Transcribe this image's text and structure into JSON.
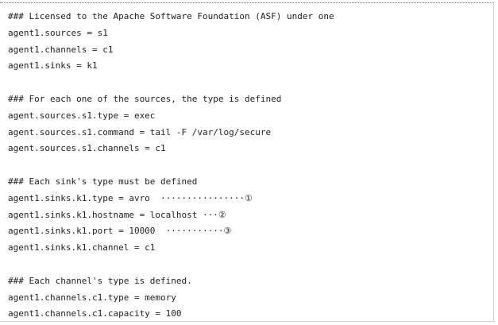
{
  "config": {
    "lines": [
      "### Licensed to the Apache Software Foundation (ASF) under one",
      "agent1.sources = s1",
      "agent1.channels = c1",
      "agent1.sinks = k1",
      "",
      "### For each one of the sources, the type is defined",
      "agent.sources.s1.type = exec",
      "agent.sources.s1.command = tail -F /var/log/secure",
      "agent.sources.s1.channels = c1",
      "",
      "### Each sink's type must be defined",
      "agent1.sinks.k1.type = avro  ················①",
      "agent1.sinks.k1.hostname = localhost ···②",
      "agent1.sinks.k1.port = 10000  ···········③",
      "agent1.sinks.k1.channel = c1",
      "",
      "### Each channel's type is defined.",
      "agent1.channels.c1.type = memory",
      "agent1.channels.c1.capacity = 100"
    ]
  }
}
